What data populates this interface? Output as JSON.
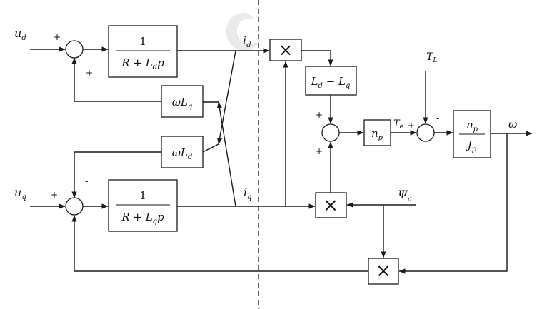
{
  "diagram": {
    "signals": {
      "u_d": "u",
      "u_d_sub": "d",
      "u_q": "u",
      "u_q_sub": "q",
      "i_d": "i",
      "i_d_sub": "d",
      "i_q": "i",
      "i_q_sub": "q",
      "T_e": "T",
      "T_e_sub": "e",
      "T_L": "T",
      "T_L_sub": "L",
      "omega": "ω",
      "psi": "Ψ",
      "psi_sub": "a"
    },
    "blocks": {
      "d_axis": {
        "num": "1",
        "den_a": "R + L",
        "den_sub": "d",
        "den_b": "p"
      },
      "q_axis": {
        "num": "1",
        "den_a": "R + L",
        "den_sub": "q",
        "den_b": "p"
      },
      "omega_lq": {
        "a": "ωL",
        "sub": "q"
      },
      "omega_ld": {
        "a": "ωL",
        "sub": "d"
      },
      "ld_minus_lq": {
        "a": "L",
        "a_sub": "d",
        "mid": " − L",
        "b_sub": "q"
      },
      "np_gain": {
        "a": "n",
        "sub": "p"
      },
      "np_over_jp": {
        "num": "n",
        "num_sub": "p",
        "den": "J",
        "den_sub": "p"
      },
      "multiplier_symbol": "×"
    },
    "signs": {
      "sum_d_in": "+",
      "sum_d_fb": "+",
      "sum_q_in": "+",
      "sum_q_top": "-",
      "sum_q_bot": "-",
      "sum_te_top": "+",
      "sum_te_bot": "+",
      "sum_torque_in": "+",
      "sum_torque_load": "-"
    }
  }
}
